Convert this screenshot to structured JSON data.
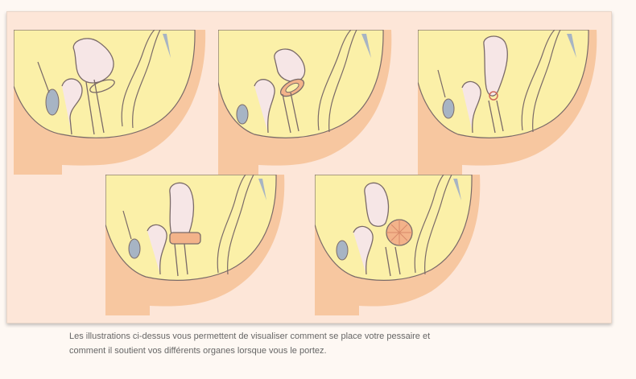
{
  "figure": {
    "panels": [
      {
        "id": "panel-1",
        "pessary": "ring",
        "label": ""
      },
      {
        "id": "panel-2",
        "pessary": "ring-tilted",
        "label": ""
      },
      {
        "id": "panel-3",
        "pessary": "small-ring",
        "label": ""
      },
      {
        "id": "panel-4",
        "pessary": "cube",
        "label": ""
      },
      {
        "id": "panel-5",
        "pessary": "donut",
        "label": ""
      }
    ],
    "colors": {
      "background": "#fde6d8",
      "body": "#f7c7a0",
      "cavity": "#fbf0a8",
      "organ_fill": "#f6e6e6",
      "organ_stroke": "#7a6a68",
      "bladder": "#a7b4c4",
      "pessary_fill": "#f3b38a"
    }
  },
  "caption": {
    "line1": "Les illustrations ci-dessus vous permettent de visualiser comment se place votre pessaire et",
    "line2": "comment il soutient vos différents organes lorsque vous le portez."
  }
}
